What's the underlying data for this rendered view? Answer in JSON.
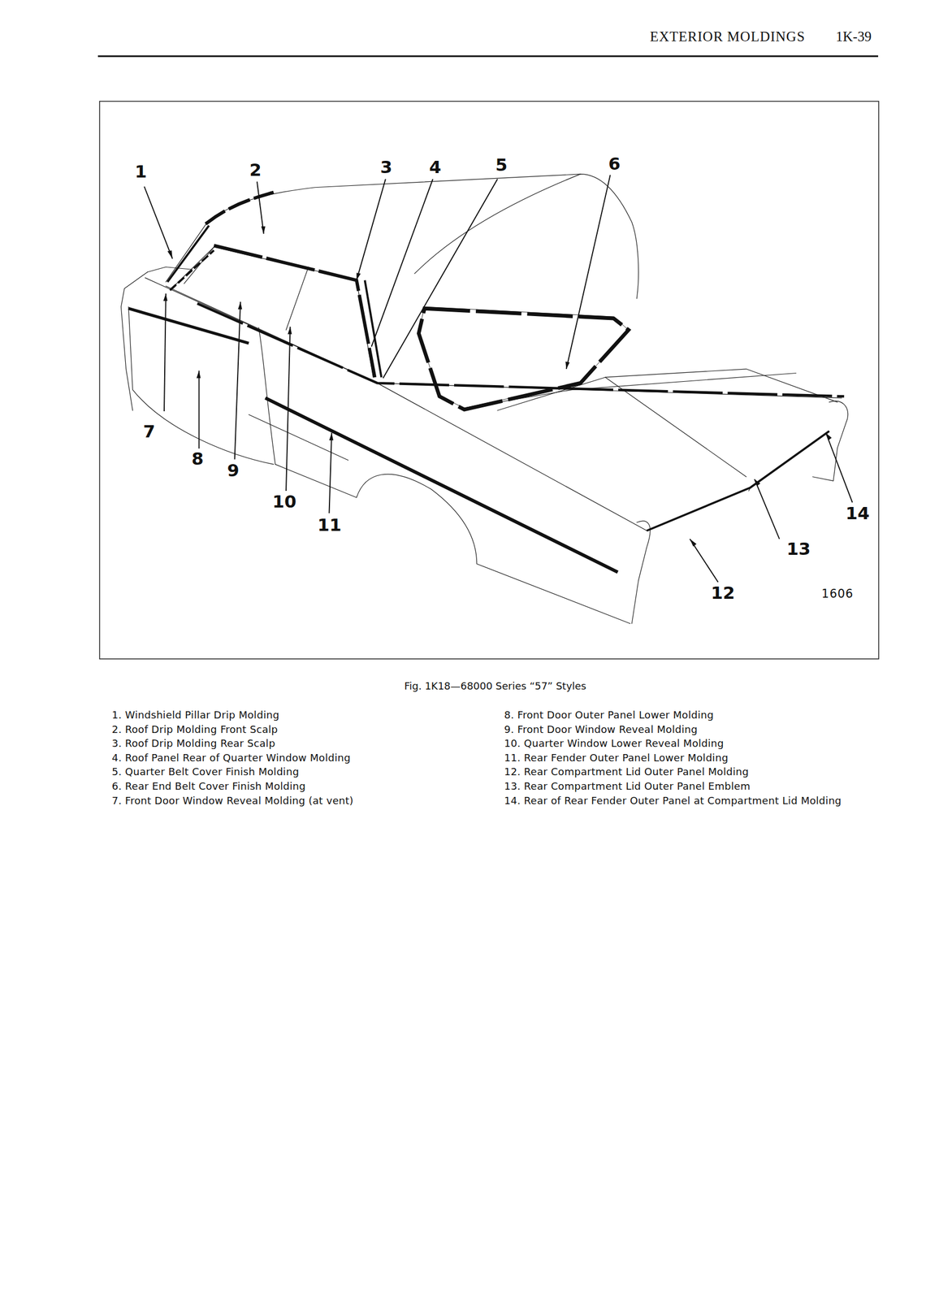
{
  "diagram": {
    "title": "EXTERIOR MOLDINGS",
    "caption": "Fig. 1K18—68000 Series “57” Styles",
    "labels": [
      "1K-39",
      "1",
      "2",
      "3",
      "4",
      "5",
      "6",
      "7",
      "8",
      "9",
      "10",
      "11",
      "12",
      "13",
      "14",
      "1606",
      "1. Windshield Pillar Drip Molding",
      "2. Roof Drip Molding Front Scalp",
      "3. Roof Drip Molding Rear Scalp",
      "4. Roof Panel Rear of Quarter Window Molding",
      "5. Quarter Belt Cover Finish Molding",
      "6. Rear End Belt Cover Finish Molding",
      "7. Front Door Window Reveal Molding (at vent)",
      "8. Front Door Outer Panel Lower Molding",
      "9. Front Door Window Reveal Molding",
      "10. Quarter Window Lower Reveal Molding",
      "11. Rear Fender Outer Panel Lower Molding",
      "12. Rear Compartment Lid Outer Panel Molding",
      "13. Rear Compartment Lid Outer Panel Emblem",
      "14. Rear of Rear Fender Outer Panel at Compartment Lid Molding"
    ]
  }
}
